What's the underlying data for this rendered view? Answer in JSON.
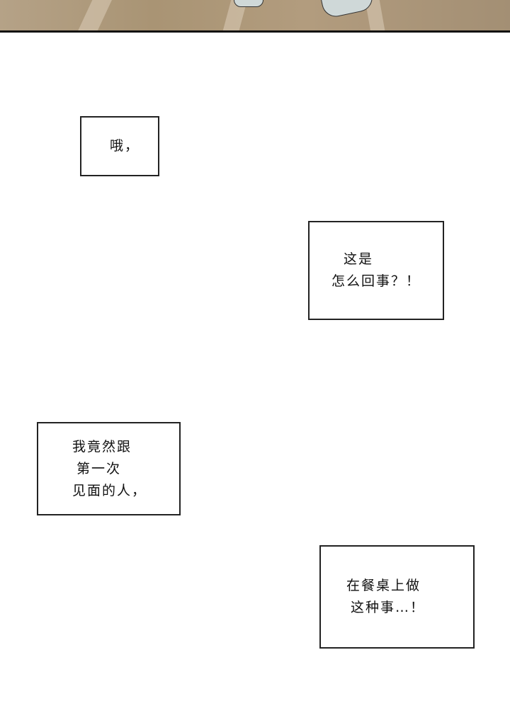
{
  "bubbles": [
    {
      "lines": [
        "哦，"
      ]
    },
    {
      "lines": [
        "这是",
        "怎么回事？！"
      ]
    },
    {
      "lines": [
        "我竟然跟",
        "第一次",
        "见面的人，"
      ]
    },
    {
      "lines": [
        "在餐桌上做",
        "这种事…！"
      ]
    }
  ],
  "colors": {
    "panel_bg": "#a99474",
    "border": "#222222"
  }
}
